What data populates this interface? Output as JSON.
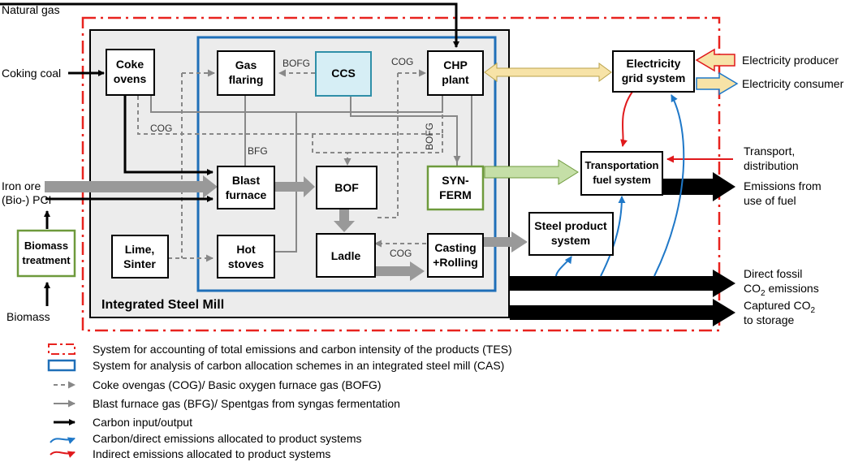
{
  "diagram": {
    "nodes": {
      "coke_ovens": [
        "Coke",
        "ovens"
      ],
      "gas_flaring": [
        "Gas",
        "flaring"
      ],
      "ccs": [
        "CCS"
      ],
      "chp_plant": [
        "CHP",
        "plant"
      ],
      "electricity_grid": [
        "Electricity",
        "grid system"
      ],
      "blast_furnace": [
        "Blast",
        "furnace"
      ],
      "bof": [
        "BOF"
      ],
      "synferm": [
        "SYN-",
        "FERM"
      ],
      "transport_fuel": [
        "Transportation",
        "fuel system"
      ],
      "lime_sinter": [
        "Lime,",
        "Sinter"
      ],
      "hot_stoves": [
        "Hot",
        "stoves"
      ],
      "ladle": [
        "Ladle"
      ],
      "casting": [
        "Casting",
        "+Rolling"
      ],
      "steel_product": [
        "Steel product",
        "system"
      ],
      "biomass_treatment": [
        "Biomass",
        "treatment"
      ]
    },
    "mill_label": "Integrated Steel Mill",
    "flow_labels": {
      "bofg_top": "BOFG",
      "cog_top": "COG",
      "cog_left": "COG",
      "bfg": "BFG",
      "bofg_vertical": "BOFG",
      "cog_bottom": "COG"
    },
    "external": {
      "natural_gas": "Natural gas",
      "coking_coal": "Coking coal",
      "iron_ore": "Iron ore",
      "bio_pci": "(Bio-) PCI",
      "biomass": "Biomass",
      "electricity_producer": "Electricity producer",
      "electricity_consumer": "Electricity consumer",
      "transport": [
        "Transport,",
        "distribution"
      ],
      "emissions_fuel": [
        "Emissions from",
        "use of fuel"
      ],
      "direct_fossil": [
        "Direct fossil",
        "CO",
        "2",
        " emissions"
      ],
      "captured": [
        "Captured CO",
        "2",
        "to storage"
      ]
    },
    "legend": [
      {
        "kind": "tes",
        "text": "System for accounting of total emissions and carbon intensity of the products (TES)"
      },
      {
        "kind": "cas",
        "text": "System for analysis of carbon allocation schemes in an integrated steel mill (CAS)"
      },
      {
        "kind": "dashed-gray",
        "text": "Coke ovengas (COG)/ Basic oxygen furnace gas (BOFG)"
      },
      {
        "kind": "solid-gray",
        "text": "Blast furnace gas (BFG)/ Spentgas from syngas fermentation"
      },
      {
        "kind": "black",
        "text": "Carbon input/output"
      },
      {
        "kind": "blue",
        "text": "Carbon/direct emissions allocated to product systems"
      },
      {
        "kind": "red",
        "text": "Indirect emissions allocated to product systems"
      }
    ],
    "colors": {
      "tes_border": "#e8231f",
      "cas_border": "#1f6fb8",
      "mill_fill": "#ececec",
      "ccs_fill": "#d6eef5",
      "ccs_border": "#2f8fa8",
      "green_border": "#6e9a3c",
      "gray_arrow": "#888888",
      "blue_arrow": "#1f78c8",
      "red_arrow": "#e0191c"
    }
  }
}
